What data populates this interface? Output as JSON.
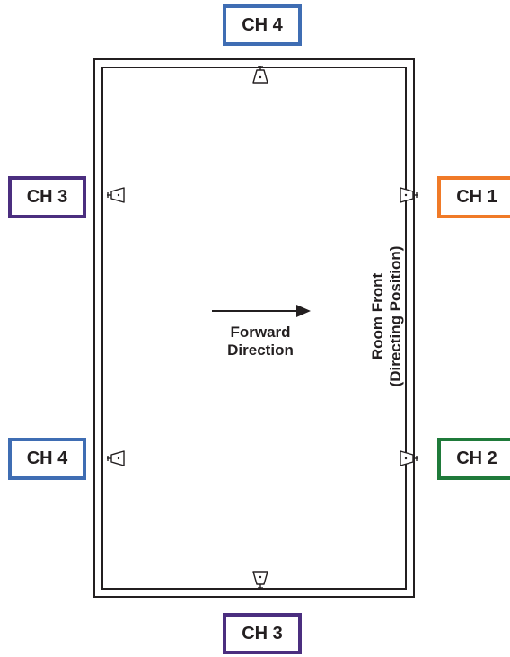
{
  "diagram": {
    "forward_direction": {
      "line1": "Forward",
      "line2": "Direction"
    },
    "room_front": {
      "line1": "Room Front",
      "line2": "(Directing Position)"
    },
    "channels": [
      {
        "label": "CH 4",
        "position": "top",
        "color": "#3f6db3"
      },
      {
        "label": "CH 3",
        "position": "left-upper",
        "color": "#4b2e7f"
      },
      {
        "label": "CH 1",
        "position": "right-upper",
        "color": "#f07a28"
      },
      {
        "label": "CH 4",
        "position": "left-lower",
        "color": "#3f6db3"
      },
      {
        "label": "CH 2",
        "position": "right-lower",
        "color": "#1f7a3a"
      },
      {
        "label": "CH 3",
        "position": "bottom",
        "color": "#4b2e7f"
      }
    ],
    "speakers": [
      {
        "name": "speaker-top",
        "facing": "down"
      },
      {
        "name": "speaker-left-upper",
        "facing": "right"
      },
      {
        "name": "speaker-right-upper",
        "facing": "left"
      },
      {
        "name": "speaker-left-lower",
        "facing": "right"
      },
      {
        "name": "speaker-right-lower",
        "facing": "left"
      },
      {
        "name": "speaker-bottom",
        "facing": "up"
      }
    ]
  }
}
